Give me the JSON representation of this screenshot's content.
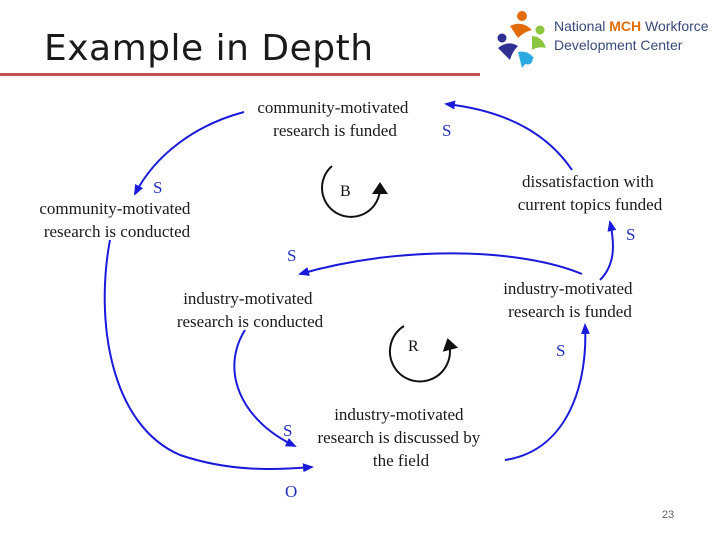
{
  "slide": {
    "title": "Example in Depth",
    "page_number": "23"
  },
  "logo": {
    "line1_prefix": "National ",
    "line1_accent": "MCH",
    "line1_suffix": " Workforce",
    "line2": "Development Center"
  },
  "colors": {
    "arrow": "#1a1adb",
    "title_rule": "#c0504d",
    "polarity_text": "#1f2fbf"
  },
  "nodes": {
    "community_funded": [
      "community-motivated",
      "research is funded"
    ],
    "community_conducted": [
      "community-motivated",
      "research is conducted"
    ],
    "dissatisfaction": [
      "dissatisfaction with",
      "current topics funded"
    ],
    "industry_conducted": [
      "industry-motivated",
      "research is conducted"
    ],
    "industry_funded": [
      "industry-motivated",
      "research is funded"
    ],
    "industry_discussed": [
      "industry-motivated",
      "research is discussed by",
      "the field"
    ]
  },
  "polarities": {
    "dissatisfaction_to_community_funded": "S",
    "community_funded_to_community_conducted": "S",
    "industry_funded_to_dissatisfaction": "S",
    "industry_funded_to_industry_conducted": "S",
    "industry_discussed_to_industry_funded": "S",
    "industry_conducted_to_industry_discussed": "S",
    "community_conducted_to_industry_discussed": "O"
  },
  "loops": {
    "balancing": "B",
    "reinforcing": "R"
  }
}
